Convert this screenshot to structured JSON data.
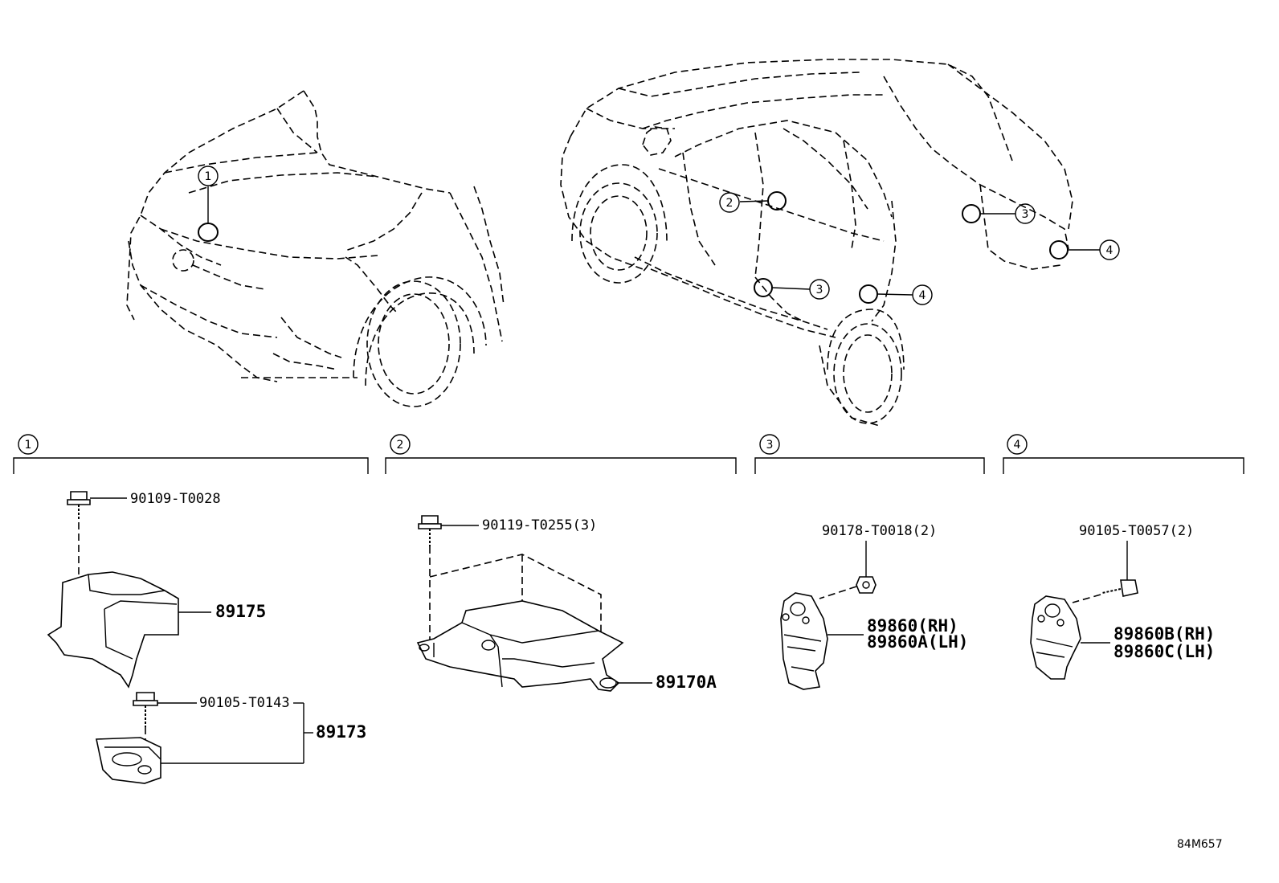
{
  "callouts": [
    "1",
    "2",
    "3",
    "4"
  ],
  "sections": [
    {
      "number": "1",
      "parts": {
        "bolt": "90109-T0028",
        "bracket": "89175",
        "screw": "90105-T0143",
        "sensor": "89173"
      }
    },
    {
      "number": "2",
      "parts": {
        "bolt": "90119-T0255(3)",
        "ecu": "89170A"
      }
    },
    {
      "number": "3",
      "parts": {
        "nut": "90178-T0018(2)",
        "sensor_rh": "89860(RH)",
        "sensor_lh": "89860A(LH)"
      }
    },
    {
      "number": "4",
      "parts": {
        "bolt": "90105-T0057(2)",
        "sensor_rh": "89860B(RH)",
        "sensor_lh": "89860C(LH)"
      }
    }
  ],
  "diagram_code": "84M657"
}
